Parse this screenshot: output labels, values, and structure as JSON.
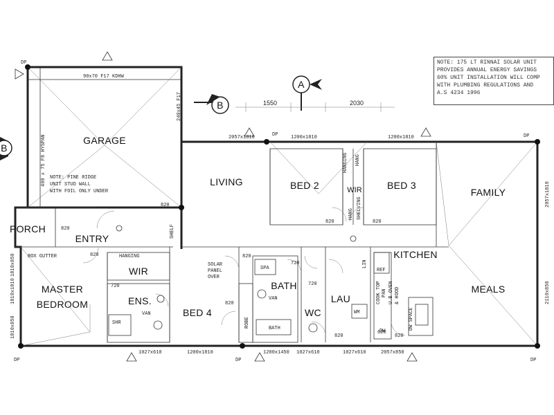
{
  "note": {
    "lines": [
      "NOTE: 175 LT RINNAI SOLAR UNIT",
      "PROVIDES ANNUAL ENERGY SAVINGS",
      "60% UNIT INSTALLATION WILL COMP",
      "WITH PLUMBING REGULATIONS AND",
      "A.S 4234 1996"
    ]
  },
  "rooms": {
    "garage": "GARAGE",
    "living": "LIVING",
    "bed2": "BED 2",
    "bed3": "BED 3",
    "family": "FAMILY",
    "porch": "PORCH",
    "entry": "ENTRY",
    "wir_top": "WIR",
    "wir_master": "WIR",
    "master_line1": "MASTER",
    "master_line2": "BEDROOM",
    "ens": "ENS.",
    "bed4": "BED 4",
    "bath": "BATH",
    "wc": "WC",
    "lau": "LAU",
    "kitchen": "KITCHEN",
    "meals": "MEALS"
  },
  "section_markers": {
    "a": "A",
    "b": "B",
    "b_left": "B"
  },
  "dimensions": {
    "d1550": "1550",
    "d2030": "2030"
  },
  "window_labels": {
    "top1": "2057x1810",
    "top2": "1200x1810",
    "top3": "1200x1810",
    "bot1": "1027x610",
    "bot2": "1200x1810",
    "bot3": "1200x1450",
    "bot4": "1027x610",
    "bot5": "1027x610",
    "bot6": "2057x850",
    "left1": "1810x850",
    "left2": "1810x1810",
    "left3": "1810x850",
    "right1": "2057x1810",
    "right2": "2110x850",
    "garage_door": "240x45 F17",
    "garage_lintel": "90x70 F17 KDHW",
    "garage_beam": "400 x 75 F8 HYSPAN"
  },
  "small_labels": {
    "garage_note_1": "NOTE: PINE RIDGE",
    "garage_note_2": "UNIT STUD WALL",
    "garage_note_3": "WITH FOIL ONLY UNDER",
    "box_gutter": "BOX GUTTER",
    "hanging": "HANGING",
    "solar_1": "SOLAR",
    "solar_2": "PANEL",
    "solar_3": "OVER",
    "shelf": "SHELF",
    "hanging_v1": "HANGING",
    "hanging_v2": "HANG",
    "hanging_v3": "HANG",
    "shelving_v": "SHELVING",
    "shr": "SHR",
    "van_ens": "VAN",
    "van_bath": "VAN",
    "robe": "ROBE",
    "bath_tub": "BATH",
    "spa": "SPA",
    "lin": "LIN",
    "ref": "REF",
    "pan": "PAN",
    "wm": "WM",
    "dw": "DW",
    "dw_space": "DW SPACE",
    "uo": "U.B OVEN",
    "hood": "& HOOD",
    "cook": "COOK TOP",
    "dp": "DP",
    "d820": "820",
    "d720": "720",
    "d620": "620"
  },
  "colors": {
    "ink": "#222222",
    "paper": "#ffffff",
    "pole": "#111111"
  }
}
